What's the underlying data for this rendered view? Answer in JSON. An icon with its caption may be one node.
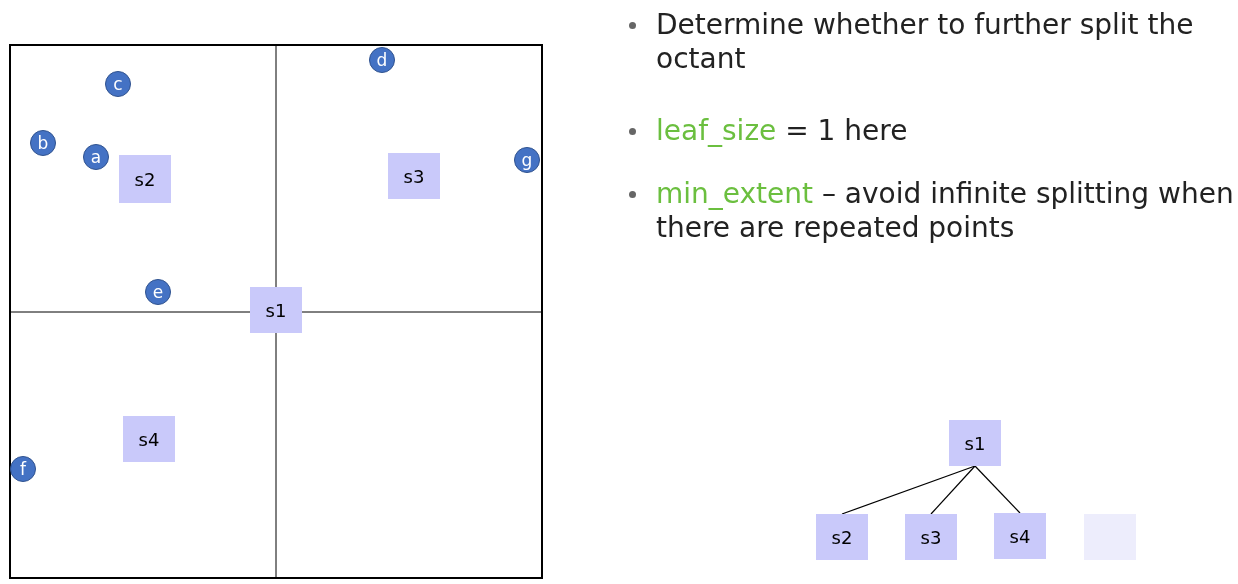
{
  "diagram": {
    "nodes": [
      {
        "text": [
          "d"
        ]
      },
      {
        "text": [
          "c"
        ]
      },
      {
        "text": [
          "b"
        ]
      },
      {
        "text": [
          "a"
        ]
      },
      {
        "text": [
          "s2"
        ]
      },
      {
        "text": [
          "g"
        ]
      },
      {
        "text": [
          "s3"
        ]
      },
      {
        "text": [
          "e"
        ]
      },
      {
        "text": [
          "s1"
        ]
      },
      {
        "text": [
          "s4"
        ]
      },
      {
        "text": [
          "f"
        ]
      },
      {
        "text": [
          "s1"
        ]
      },
      {
        "text": [
          "s2"
        ]
      },
      {
        "text": [
          "s3"
        ]
      },
      {
        "text": [
          "s4"
        ]
      },
      {
        "text": [],
        "shape": "box"
      }
    ],
    "edges": [
      {
        "from": 11,
        "to": 12,
        "arrow": "none"
      },
      {
        "from": 11,
        "to": 13,
        "arrow": "none"
      },
      {
        "from": 11,
        "to": 14,
        "arrow": "none"
      }
    ],
    "labels": [
      "Determine whether to further split the octant",
      "leaf_size = 1 here",
      "min_extent – avoid infinite splitting when there are repeated points"
    ]
  }
}
